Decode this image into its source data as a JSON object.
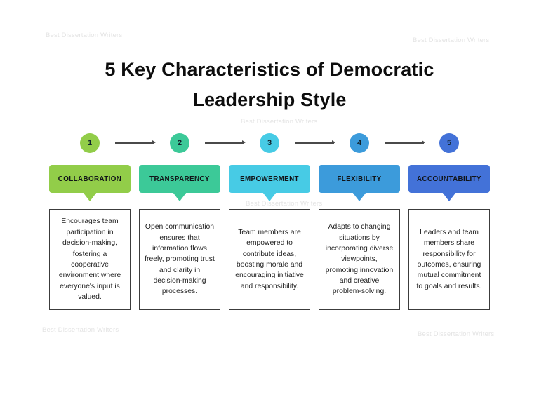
{
  "watermark": {
    "text": "Best Dissertation Writers"
  },
  "title": {
    "line1": "5 Key Characteristics of Democratic",
    "line2": "Leadership Style"
  },
  "steps": [
    {
      "number": "1",
      "label": "COLLABORATION",
      "color": "#92CD49",
      "description": "Encourages team participation in decision-making, fostering a cooperative environment where everyone's input is valued."
    },
    {
      "number": "2",
      "label": "TRANSPARENCY",
      "color": "#3CC998",
      "description": "Open communication ensures that information flows freely, promoting trust and clarity in decision-making processes."
    },
    {
      "number": "3",
      "label": "EMPOWERMENT",
      "color": "#47CBE5",
      "description": "Team members are empowered to contribute ideas, boosting morale and encouraging initiative and responsibility."
    },
    {
      "number": "4",
      "label": "FLEXIBILITY",
      "color": "#3C9BDB",
      "description": "Adapts to changing situations by incorporating diverse viewpoints, promoting innovation and creative problem-solving."
    },
    {
      "number": "5",
      "label": "ACCOUNTABILITY",
      "color": "#4372D8",
      "description": "Leaders and team members share responsibility for outcomes, ensuring mutual commitment to goals and results."
    }
  ]
}
